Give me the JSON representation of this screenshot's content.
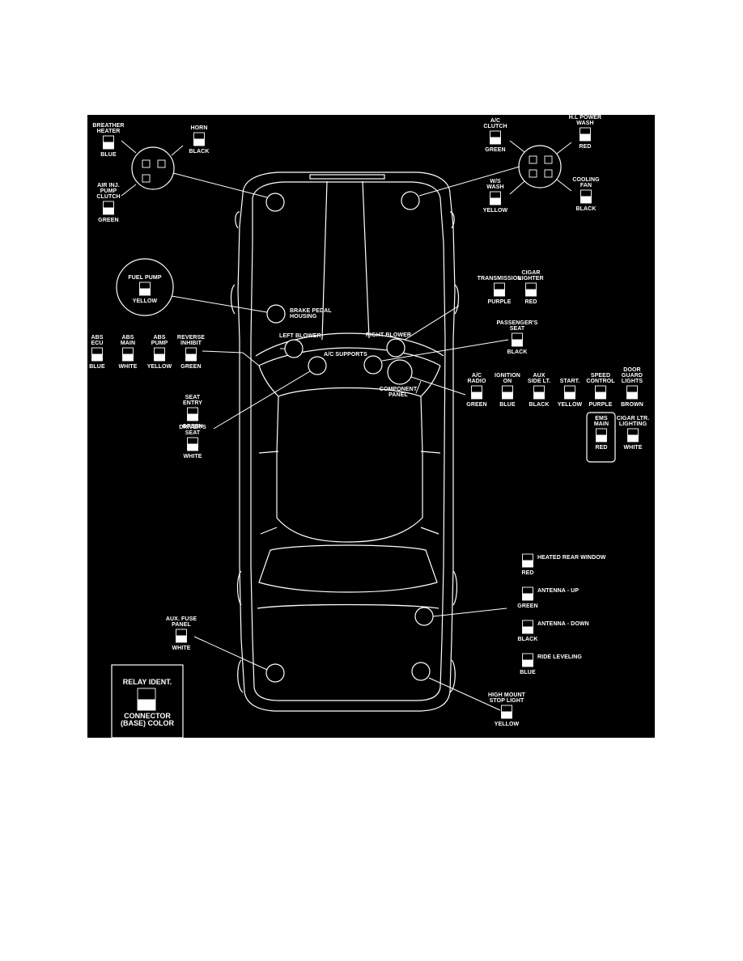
{
  "relays": [
    {
      "id": "breather-heater",
      "name": "BREATHER\nHEATER",
      "color": "BLUE"
    },
    {
      "id": "horn",
      "name": "HORN",
      "color": "BLACK"
    },
    {
      "id": "air-inj-pump-clutch",
      "name": "AIR INJ.\nPUMP\nCLUTCH",
      "color": "GREEN"
    },
    {
      "id": "ac-clutch",
      "name": "A/C\nCLUTCH",
      "color": "GREEN"
    },
    {
      "id": "hl-power-wash",
      "name": "H.L POWER\nWASH",
      "color": "RED"
    },
    {
      "id": "ws-wash",
      "name": "W/S\nWASH",
      "color": "YELLOW"
    },
    {
      "id": "cooling-fan",
      "name": "COOLING\nFAN",
      "color": "BLACK"
    },
    {
      "id": "fuel-pump",
      "name": "FUEL PUMP",
      "color": "YELLOW"
    },
    {
      "id": "transmission",
      "name": "TRANSMISSION",
      "color": "PURPLE"
    },
    {
      "id": "cigar-lighter",
      "name": "CIGAR\nLIGHTER",
      "color": "RED"
    },
    {
      "id": "passengers-seat",
      "name": "PASSENGER'S\nSEAT",
      "color": "BLACK"
    },
    {
      "id": "abs-ecu",
      "name": "ABS\nECU",
      "color": "BLUE"
    },
    {
      "id": "abs-main",
      "name": "ABS\nMAIN",
      "color": "WHITE"
    },
    {
      "id": "abs-pump",
      "name": "ABS\nPUMP",
      "color": "YELLOW"
    },
    {
      "id": "reverse-inhibit",
      "name": "REVERSE\nINHIBIT",
      "color": "GREEN"
    },
    {
      "id": "ac-radio",
      "name": "A/C\nRADIO",
      "color": "GREEN"
    },
    {
      "id": "ignition-on",
      "name": "IGNITION\nON",
      "color": "BLUE"
    },
    {
      "id": "aux-side-lt",
      "name": "AUX\nSIDE LT.",
      "color": "BLACK"
    },
    {
      "id": "start",
      "name": "START.",
      "color": "YELLOW"
    },
    {
      "id": "speed-control",
      "name": "SPEED\nCONTROL",
      "color": "PURPLE"
    },
    {
      "id": "door-guard-lights",
      "name": "DOOR\nGUARD\nLIGHTS",
      "color": "BROWN"
    },
    {
      "id": "ems-main",
      "name": "EMS\nMAIN",
      "color": "RED"
    },
    {
      "id": "cigar-ltr-lighting",
      "name": "CIGAR LTR.\nLIGHTING",
      "color": "WHITE"
    },
    {
      "id": "seat-entry",
      "name": "SEAT\nENTRY",
      "color": "GREEN"
    },
    {
      "id": "drivers-seat",
      "name": "DRIVER'S\nSEAT",
      "color": "WHITE"
    },
    {
      "id": "heated-rear-window",
      "name": "HEATED REAR WINDOW",
      "color": "RED"
    },
    {
      "id": "antenna-up",
      "name": "ANTENNA - UP",
      "color": "GREEN"
    },
    {
      "id": "antenna-down",
      "name": "ANTENNA - DOWN",
      "color": "BLACK"
    },
    {
      "id": "ride-leveling",
      "name": "RIDE LEVELING",
      "color": "BLUE"
    },
    {
      "id": "aux-fuse-panel",
      "name": "AUX. FUSE\nPANEL",
      "color": "WHITE"
    },
    {
      "id": "high-mount-stop-light",
      "name": "HIGH MOUNT\nSTOP LIGHT",
      "color": "YELLOW"
    }
  ],
  "locations": {
    "brake_pedal_housing": "BRAKE PEDAL\nHOUSING",
    "left_blower": "LEFT BLOWER",
    "right_blower": "RIGHT BLOWER",
    "ac_supports": "A/C SUPPORTS",
    "component_panel": "COMPONENT\nPANEL"
  },
  "legend": {
    "title": "RELAY IDENT.",
    "caption": "CONNECTOR\n(BASE) COLOR"
  },
  "colors": {
    "background": "#000000",
    "ink": "#ffffff",
    "page": "#ffffff"
  }
}
